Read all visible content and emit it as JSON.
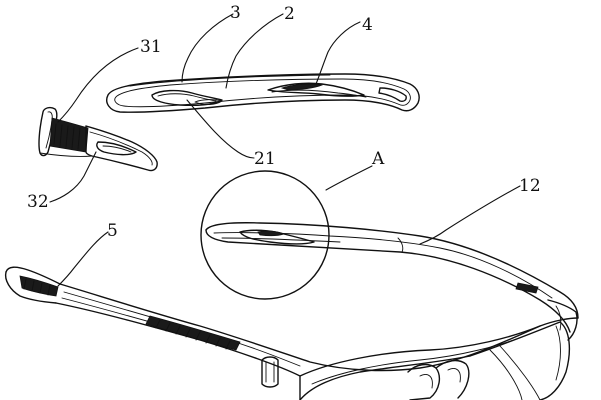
{
  "diagram": {
    "labels": {
      "temple_sleeve": "2",
      "insert_pad": "3",
      "sleeve_window": "21",
      "grip_rib": "4",
      "tip_cover": "31",
      "tip_slot_part": "32",
      "detail_view": "A",
      "frame_temple": "12",
      "temple_end": "5"
    }
  },
  "colors": {
    "ink": "#111111",
    "background": "#ffffff"
  }
}
